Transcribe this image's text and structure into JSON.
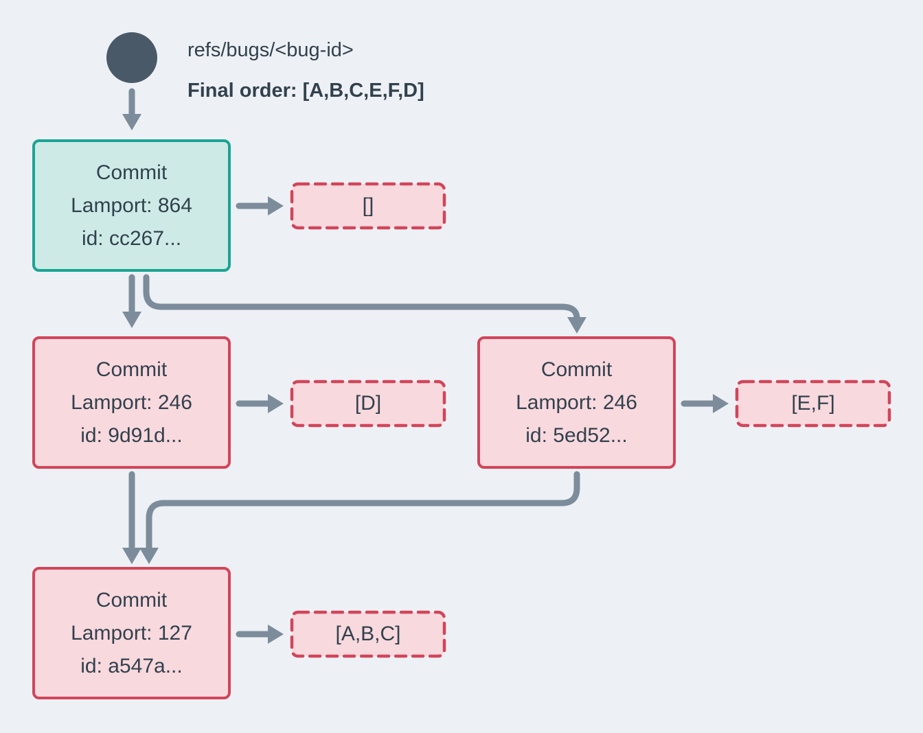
{
  "colors": {
    "background": "#edf1f5",
    "node_slate": "#4a5968",
    "arrow_gray": "#7d8c9b",
    "teal_border": "#1aa493",
    "teal_fill": "#cdeae7",
    "red_border": "#d2455a",
    "pink_fill": "#f8d9de",
    "text_dark": "#32414d"
  },
  "header": {
    "ref_label": "refs/bugs/<bug-id>",
    "final_order_label": "Final order: [A,B,C,E,F,D]"
  },
  "commits": [
    {
      "title": "Commit",
      "lamport": "Lamport: 864",
      "id": "id: cc267...",
      "operations": "[]"
    },
    {
      "title": "Commit",
      "lamport": "Lamport: 246",
      "id": "id: 9d91d...",
      "operations": "[D]"
    },
    {
      "title": "Commit",
      "lamport": "Lamport: 246",
      "id": "id: 5ed52...",
      "operations": "[E,F]"
    },
    {
      "title": "Commit",
      "lamport": "Lamport: 127",
      "id": "id: a547a...",
      "operations": "[A,B,C]"
    }
  ]
}
